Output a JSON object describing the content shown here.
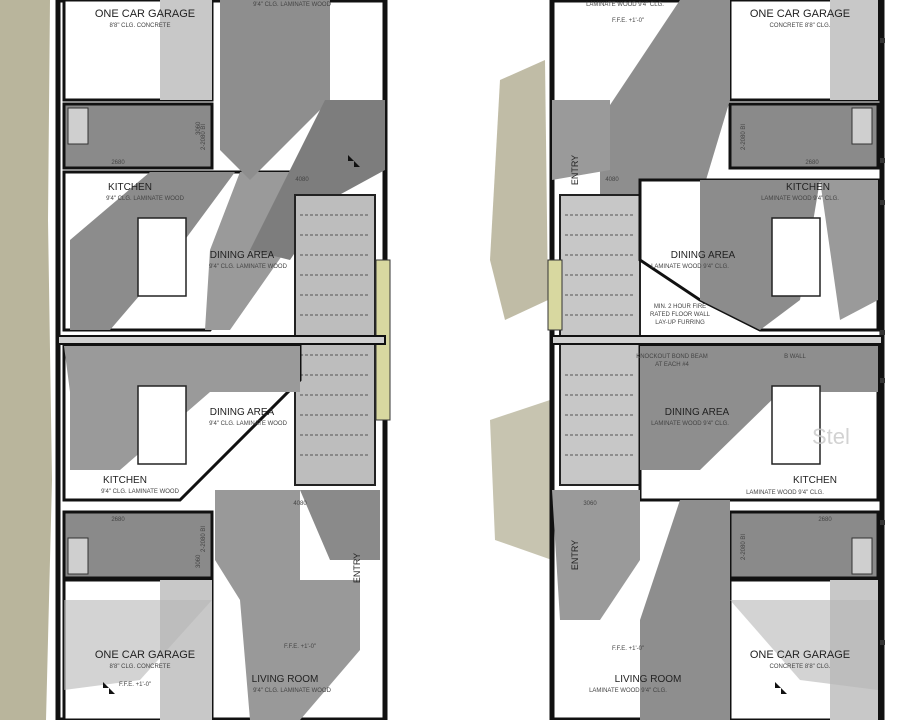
{
  "left_units": {
    "top": {
      "garage": {
        "name": "ONE CAR GARAGE",
        "sub": "8'8\" CLG. CONCRETE"
      },
      "living_top": {
        "sub": "9'4\" CLG. LAMINATE WOOD"
      },
      "door_tags": [
        "3060",
        "2-2080 BI",
        "2680",
        "4080"
      ],
      "kitchen": {
        "name": "KITCHEN",
        "sub": "9'4\" CLG. LAMINATE WOOD"
      },
      "dining": {
        "name": "DINING AREA",
        "sub": "9'4\" CLG. LAMINATE WOOD"
      }
    },
    "bottom": {
      "dining": {
        "name": "DINING AREA",
        "sub": "9'4\" CLG. LAMINATE WOOD"
      },
      "kitchen": {
        "name": "KITCHEN",
        "sub": "9'4\" CLG. LAMINATE WOOD"
      },
      "door_tags": [
        "2680",
        "3060",
        "2-2080 BI",
        "4080"
      ],
      "entry": "ENTRY",
      "garage": {
        "name": "ONE CAR GARAGE",
        "sub": "8'8\" CLG. CONCRETE",
        "ffe": "F.F.E. +1'-0\""
      },
      "living": {
        "name": "LIVING ROOM",
        "sub": "9'4\" CLG. LAMINATE WOOD",
        "ffe": "F.F.E. +1'-0\""
      }
    }
  },
  "right_units": {
    "top": {
      "living_top": {
        "sub": "LAMINATE WOOD 9'4\" CLG.",
        "ffe": "F.F.E. +1'-0\""
      },
      "garage": {
        "name": "ONE CAR GARAGE",
        "sub": "CONCRETE 8'8\" CLG."
      },
      "entry": "ENTRY",
      "door_tags": [
        "4080",
        "2680",
        "2-2080 BI"
      ],
      "kitchen": {
        "name": "KITCHEN",
        "sub": "LAMINATE WOOD 9'4\" CLG."
      },
      "dining": {
        "name": "DINING AREA",
        "sub": "LAMINATE WOOD 9'4\" CLG."
      },
      "notes": [
        "MIN. 2 HOUR FIRE",
        "RATED FLOOR WALL",
        "LAY-UP FURRING",
        "KNOCKOUT BOND BEAM",
        "AT EACH #4",
        "B WALL"
      ]
    },
    "bottom": {
      "dining": {
        "name": "DINING AREA",
        "sub": "LAMINATE WOOD 9'4\" CLG."
      },
      "kitchen": {
        "name": "KITCHEN",
        "sub": "LAMINATE WOOD 9'4\" CLG."
      },
      "door_tags": [
        "2680",
        "2-2080 BI",
        "3060"
      ],
      "entry": "ENTRY",
      "garage": {
        "name": "ONE CAR GARAGE",
        "sub": "CONCRETE 8'8\" CLG."
      },
      "living": {
        "name": "LIVING ROOM",
        "sub": "LAMINATE WOOD 9'4\" CLG.",
        "ffe": "F.F.E. +1'-0\""
      }
    }
  },
  "watermark": "Stel"
}
